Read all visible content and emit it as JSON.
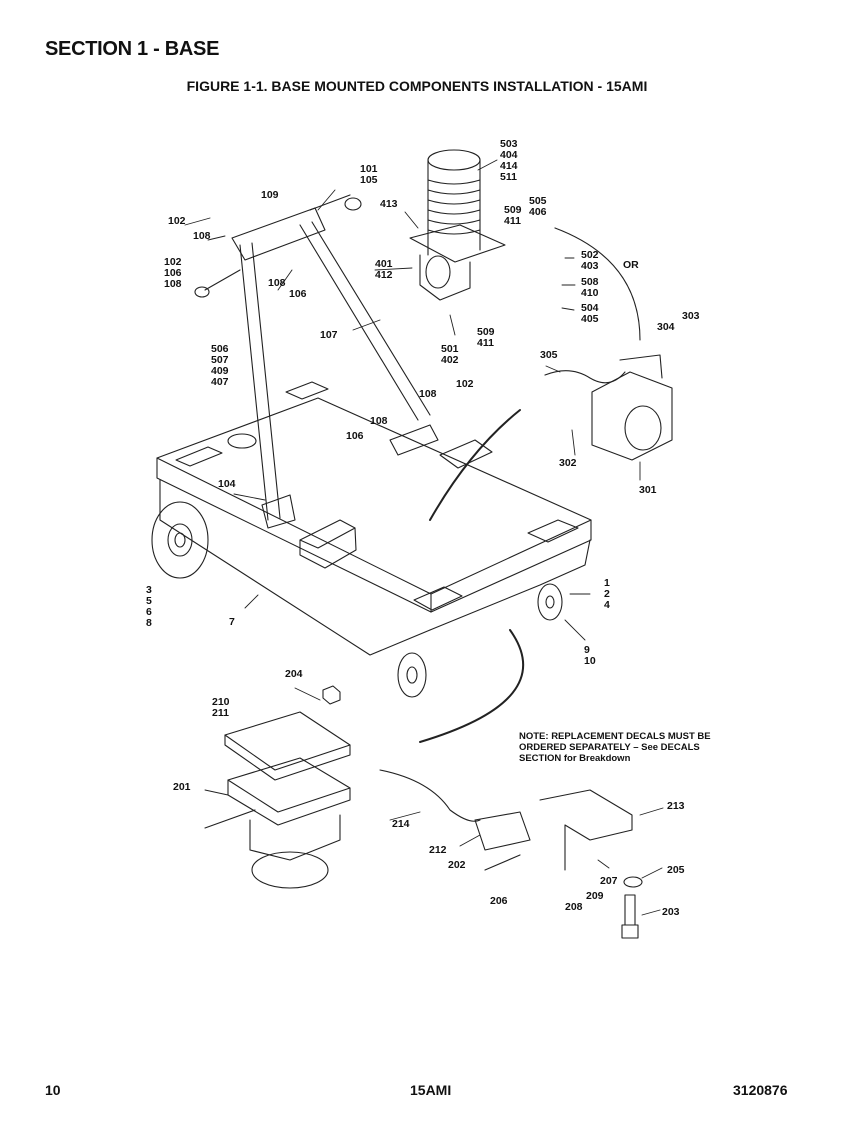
{
  "header": {
    "section_title": "SECTION 1 - BASE",
    "figure_title": "FIGURE 1-1. BASE MOUNTED COMPONENTS INSTALLATION - 15AMI"
  },
  "callouts": [
    {
      "id": "c-503",
      "lines": [
        "503",
        "404",
        "414",
        "511"
      ]
    },
    {
      "id": "c-101",
      "lines": [
        "101",
        "105"
      ]
    },
    {
      "id": "c-109",
      "lines": [
        "109"
      ]
    },
    {
      "id": "c-413",
      "lines": [
        "413"
      ]
    },
    {
      "id": "c-505",
      "lines": [
        "505",
        "406"
      ]
    },
    {
      "id": "c-509a",
      "lines": [
        "509",
        "411"
      ]
    },
    {
      "id": "c-102a",
      "lines": [
        "102"
      ]
    },
    {
      "id": "c-108a",
      "lines": [
        "108"
      ]
    },
    {
      "id": "c-102b",
      "lines": [
        "102",
        "106",
        "108"
      ]
    },
    {
      "id": "c-108b",
      "lines": [
        "108"
      ]
    },
    {
      "id": "c-106a",
      "lines": [
        "106"
      ]
    },
    {
      "id": "c-401",
      "lines": [
        "401",
        "412"
      ]
    },
    {
      "id": "c-502",
      "lines": [
        "502",
        "403"
      ]
    },
    {
      "id": "c-or",
      "lines": [
        "OR"
      ]
    },
    {
      "id": "c-508",
      "lines": [
        "508",
        "410"
      ]
    },
    {
      "id": "c-504",
      "lines": [
        "504",
        "405"
      ]
    },
    {
      "id": "c-303",
      "lines": [
        "303"
      ]
    },
    {
      "id": "c-304",
      "lines": [
        "304"
      ]
    },
    {
      "id": "c-107",
      "lines": [
        "107"
      ]
    },
    {
      "id": "c-509b",
      "lines": [
        "509",
        "411"
      ]
    },
    {
      "id": "c-501",
      "lines": [
        "501",
        "402"
      ]
    },
    {
      "id": "c-305",
      "lines": [
        "305"
      ]
    },
    {
      "id": "c-506",
      "lines": [
        "506",
        "507",
        "409",
        "407"
      ]
    },
    {
      "id": "c-102c",
      "lines": [
        "102"
      ]
    },
    {
      "id": "c-108c",
      "lines": [
        "108"
      ]
    },
    {
      "id": "c-108d",
      "lines": [
        "108"
      ]
    },
    {
      "id": "c-106b",
      "lines": [
        "106"
      ]
    },
    {
      "id": "c-302",
      "lines": [
        "302"
      ]
    },
    {
      "id": "c-301",
      "lines": [
        "301"
      ]
    },
    {
      "id": "c-104",
      "lines": [
        "104"
      ]
    },
    {
      "id": "c-3",
      "lines": [
        "3",
        "5",
        "6",
        "8"
      ]
    },
    {
      "id": "c-7",
      "lines": [
        "7"
      ]
    },
    {
      "id": "c-1",
      "lines": [
        "1",
        "2",
        "4"
      ]
    },
    {
      "id": "c-9",
      "lines": [
        "9",
        "10"
      ]
    },
    {
      "id": "c-204",
      "lines": [
        "204"
      ]
    },
    {
      "id": "c-210",
      "lines": [
        "210",
        "211"
      ]
    },
    {
      "id": "c-201",
      "lines": [
        "201"
      ]
    },
    {
      "id": "c-213",
      "lines": [
        "213"
      ]
    },
    {
      "id": "c-214",
      "lines": [
        "214"
      ]
    },
    {
      "id": "c-212",
      "lines": [
        "212"
      ]
    },
    {
      "id": "c-202",
      "lines": [
        "202"
      ]
    },
    {
      "id": "c-207",
      "lines": [
        "207"
      ]
    },
    {
      "id": "c-205",
      "lines": [
        "205"
      ]
    },
    {
      "id": "c-209",
      "lines": [
        "209"
      ]
    },
    {
      "id": "c-208",
      "lines": [
        "208"
      ]
    },
    {
      "id": "c-206",
      "lines": [
        "206"
      ]
    },
    {
      "id": "c-203",
      "lines": [
        "203"
      ]
    }
  ],
  "note": {
    "lines": [
      "NOTE: REPLACEMENT DECALS MUST BE",
      "ORDERED SEPARATELY – See DECALS",
      "SECTION for Breakdown"
    ]
  },
  "footer": {
    "page_number": "10",
    "model": "15AMI",
    "doc_number": "3120876"
  }
}
